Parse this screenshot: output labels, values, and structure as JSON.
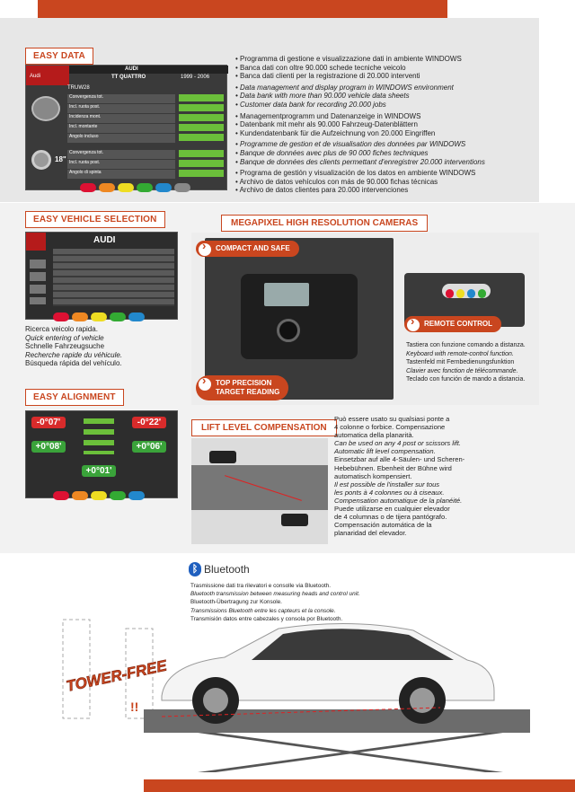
{
  "easy_data": {
    "title": "EASY DATA",
    "screen": {
      "brand": "AUDI",
      "model": "TT QUATTRO",
      "years": "1999 - 2006",
      "code": "TRUW28",
      "logo": "Audi",
      "wheel_size": "18\"",
      "rows_top": [
        "Convergenza tot.",
        "Incl. ruota post.",
        "Incidenza mont.",
        "Incl. montante",
        "Angolo incluso"
      ],
      "rows_bottom": [
        "Convergenza tot.",
        "Incl. ruota post.",
        "Angolo di spinta"
      ]
    },
    "lines_it": [
      "• Programma di gestione e visualizzazione dati in ambiente WINDOWS",
      "• Banca dati con oltre 90.000 schede tecniche veicolo",
      "• Banca dati clienti per la registrazione di 20.000 interventi"
    ],
    "lines_en": [
      "• Data management and display program in WINDOWS environment",
      "• Data bank with more than 90.000 vehicle data sheets",
      "• Customer data bank for recording 20.000 jobs"
    ],
    "lines_de": [
      "• Managementprogramm und Datenanzeige in WINDOWS",
      "• Datenbank mit mehr als 90.000 Fahrzeug-Datenblättern",
      "• Kundendatenbank für die Aufzeichnung von 20.000 Eingriffen"
    ],
    "lines_fr": [
      "• Programme de gestion et de visualisation des données par WINDOWS",
      "• Banque de données avec plus de 90 000 fiches techniques",
      "• Banque de données des clients permettant d'enregistrer 20.000 interventions"
    ],
    "lines_es": [
      "• Programa de gestión y visualización de los datos en ambiente WINDOWS",
      "• Archivo de datos vehículos con más de 90.000 fichas técnicas",
      "• Archivo de datos clientes para 20.000 intervenciones"
    ]
  },
  "easy_vehicle": {
    "title": "EASY VEHICLE SELECTION",
    "screen_brand": "AUDI",
    "lines": [
      "Ricerca veicolo rapida.",
      "Quick entering of vehicle",
      "Schnelle Fahrzeugsuche",
      "Recherche rapide du véhicule.",
      "Búsqueda rápida del vehículo."
    ]
  },
  "easy_alignment": {
    "title": "EASY ALIGNMENT",
    "values": [
      "-0°07'",
      "-0°22'",
      "+0°08'",
      "+0°06'",
      "+0°01'"
    ]
  },
  "cameras": {
    "title": "MEGAPIXEL HIGH RESOLUTION CAMERAS",
    "pill_compact": "COMPACT AND SAFE",
    "pill_precision_1": "TOP PRECISION",
    "pill_precision_2": "TARGET READING",
    "pill_remote": "REMOTE CONTROL",
    "remote_lines": [
      "Tastiera con funzione comando a distanza.",
      "Keyboard with remote-control function.",
      "Tastenfeld mit Fernbedienungsfunktion",
      "Clavier avec fonction de télécommande.",
      "Teclado con función de mando a distancia."
    ]
  },
  "lift": {
    "title": "LIFT LEVEL COMPENSATION",
    "lines": [
      "Può essere usato su qualsiasi ponte a",
      "4 colonne o forbice. Compensazione",
      "automatica della planarità.",
      "Can be used on any 4 post or scissors lift.",
      "Automatic lift level compensation.",
      "Einsetzbar auf alle 4-Säulen- und Scheren-",
      "Hebebühnen. Ebenheit der Bühne wird",
      "automatisch kompensiert.",
      "Il est possible de l'installer sur tous",
      "les ponts à 4 colonnes ou à ciseaux.",
      "Compensation automatique de la planéité.",
      "Puede utilizarse en cualquier elevador",
      "de 4 columnas o de tijera pantógrafo.",
      "Compensación automática de la",
      "planaridad del elevador."
    ]
  },
  "bluetooth": {
    "title": "Bluetooth",
    "lines": [
      "Trasmissione dati tra rilevatori e consolle via Bluetooth.",
      "Bluetooth transmission between measuring heads and control unit.",
      "Bluetooth-Übertragung zur Konsole.",
      "Transmissions Bluetooth entre les capteurs et la console.",
      "Transmisión datos entre cabezales y consola por Bluetooth."
    ]
  },
  "tower_free": "TOWER-FREE",
  "colors": {
    "accent": "#c9461f",
    "grey": "#e7e7e7",
    "screen": "#2d2d2d"
  }
}
